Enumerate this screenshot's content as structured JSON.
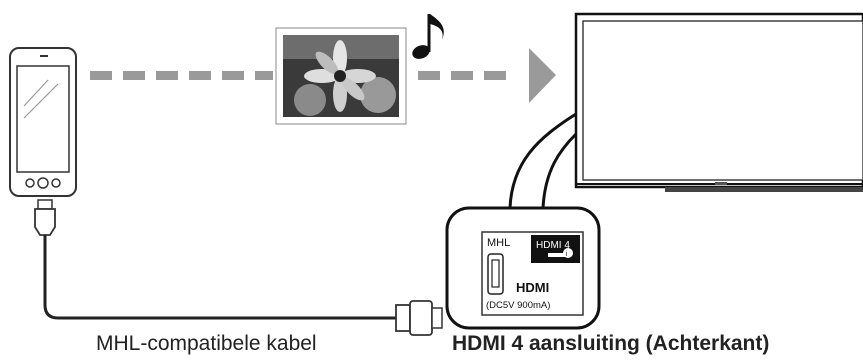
{
  "port_panel": {
    "mhl_label": "MHL",
    "hdmi_label": "HDMI 4",
    "hdmi_logo": "HDMI",
    "power_spec": "(DC5V 900mA)"
  },
  "captions": {
    "cable": "MHL-compatibele kabel",
    "port": "HDMI 4 aansluiting (Achterkant)"
  },
  "icons": {
    "music": "music-note-icon",
    "photo": "photo-icon",
    "arrow": "arrow-right-icon"
  }
}
